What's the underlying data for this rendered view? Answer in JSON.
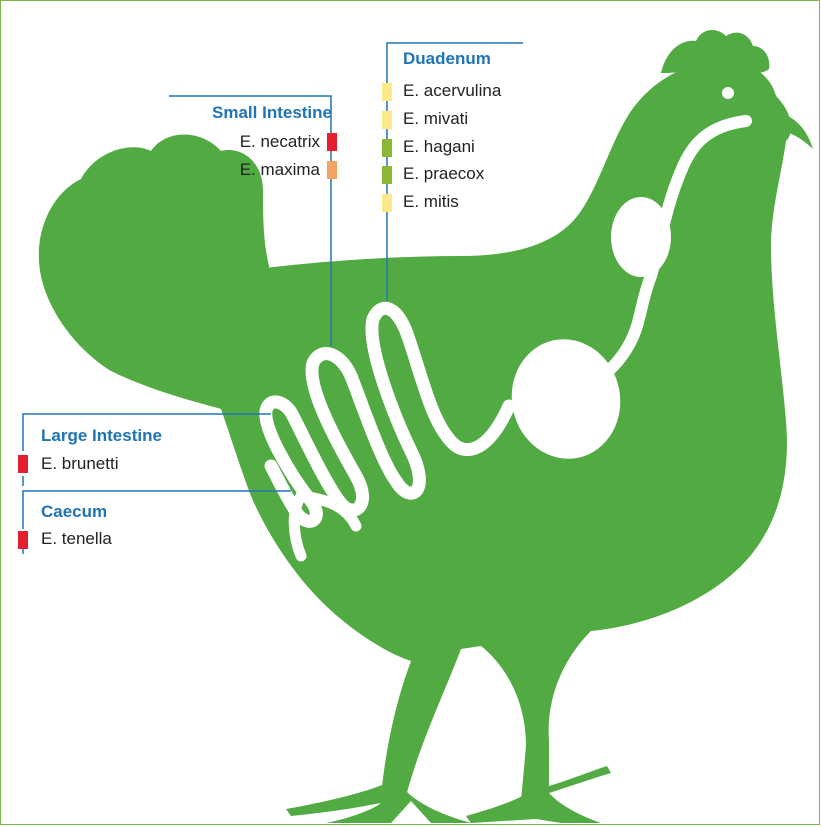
{
  "colors": {
    "chicken": "#52aa43",
    "organ": "#ffffff",
    "leader_line": "#1f74b5",
    "heading": "#1f74b5",
    "border": "#7ab648",
    "red": "#e2202e",
    "orange": "#f4a460",
    "yellow": "#fde98a",
    "olive": "#8ab834"
  },
  "sections": {
    "small_intestine": {
      "title": "Small Intestine",
      "species": [
        {
          "name": "E. necatrix",
          "color": "red"
        },
        {
          "name": "E. maxima",
          "color": "orange"
        }
      ]
    },
    "duadenum": {
      "title": "Duadenum",
      "species": [
        {
          "name": "E. acervulina",
          "color": "yellow"
        },
        {
          "name": "E. mivati",
          "color": "yellow"
        },
        {
          "name": "E. hagani",
          "color": "olive"
        },
        {
          "name": "E. praecox",
          "color": "olive"
        },
        {
          "name": "E. mitis",
          "color": "yellow"
        }
      ]
    },
    "large_intestine": {
      "title": "Large Intestine",
      "species": [
        {
          "name": "E. brunetti",
          "color": "red"
        }
      ]
    },
    "caecum": {
      "title": "Caecum",
      "species": [
        {
          "name": "E. tenella",
          "color": "red"
        }
      ]
    }
  }
}
